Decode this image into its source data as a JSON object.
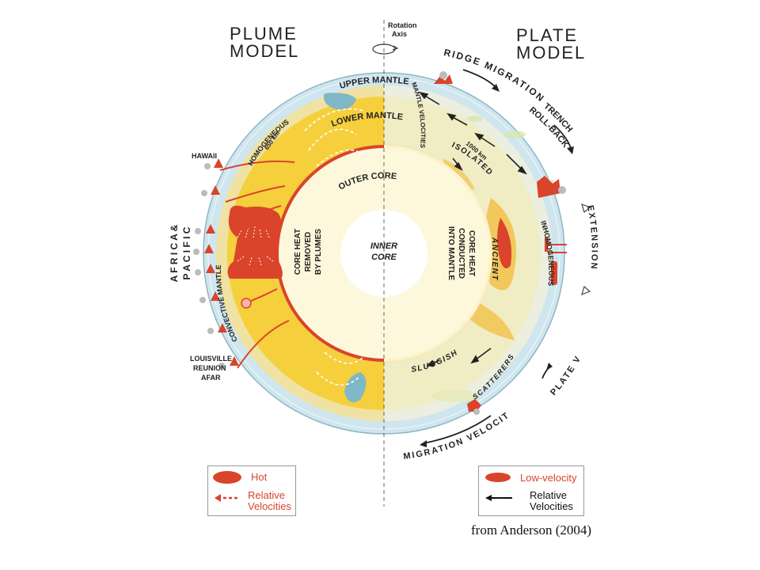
{
  "titles": {
    "plume_line1": "PLUME",
    "plume_line2": "MODEL",
    "plate_line1": "PLATE",
    "plate_line2": "MODEL"
  },
  "rotation_axis": {
    "line1": "Rotation",
    "line2": "Axis"
  },
  "left_labels": {
    "upper_mantle": "UPPER MANTLE",
    "lower_mantle": "LOWER MANTLE",
    "homogeneous": "HOMOGENEOUS",
    "depth_650": "650 km",
    "convective_mantle": "CONVECTIVE MANTLE",
    "core_heat": [
      "CORE HEAT",
      "REMOVED",
      "BY PLUMES"
    ],
    "hawaii": "HAWAII",
    "africa_pacific_1": "A F R I C A  &",
    "africa_pacific_2": "P A C I F I C",
    "hotspots": [
      "LOUISVILLE",
      "REUNION",
      "AFAR"
    ]
  },
  "center_labels": {
    "outer_core": "OUTER CORE",
    "inner_core_1": "INNER",
    "inner_core_2": "CORE"
  },
  "right_labels": {
    "mantle_velocities": "MANTLE VELOCITIES",
    "depth_1000": "1000 km",
    "isolated": "ISOLATED",
    "ancient": "ANCIENT",
    "core_heat": [
      "CORE HEAT",
      "CONDUCTED",
      "INTO MANTLE"
    ],
    "inhomogeneous": "INHOMOGENEOUS",
    "sluggish": "SLUGGISH",
    "scatterers": "SCATTERERS",
    "ridge_migration": "RIDGE MIGRATION",
    "trench_rollback_1": "TRENCH",
    "trench_rollback_2": "ROLL-BACK",
    "extension": "EXTENSION",
    "plate_velocity": "PLATE VELOCITY",
    "migration_velocity": "MIGRATION VELOCITY"
  },
  "legend_left": {
    "hot": "Hot",
    "relative_1": "Relative",
    "relative_2": "Velocities"
  },
  "legend_right": {
    "low_velocity": "Low-velocity",
    "relative_1": "Relative",
    "relative_2": "Velocities"
  },
  "citation": "from Anderson (2004)",
  "colors": {
    "hot": "#d9442b",
    "mantle_left": "#f6cf3c",
    "mantle_right": "#fbeeb6",
    "lithosphere": "#cfe6ef",
    "outer_core": "#fdf8dc",
    "legend_text": "#d9442b"
  }
}
